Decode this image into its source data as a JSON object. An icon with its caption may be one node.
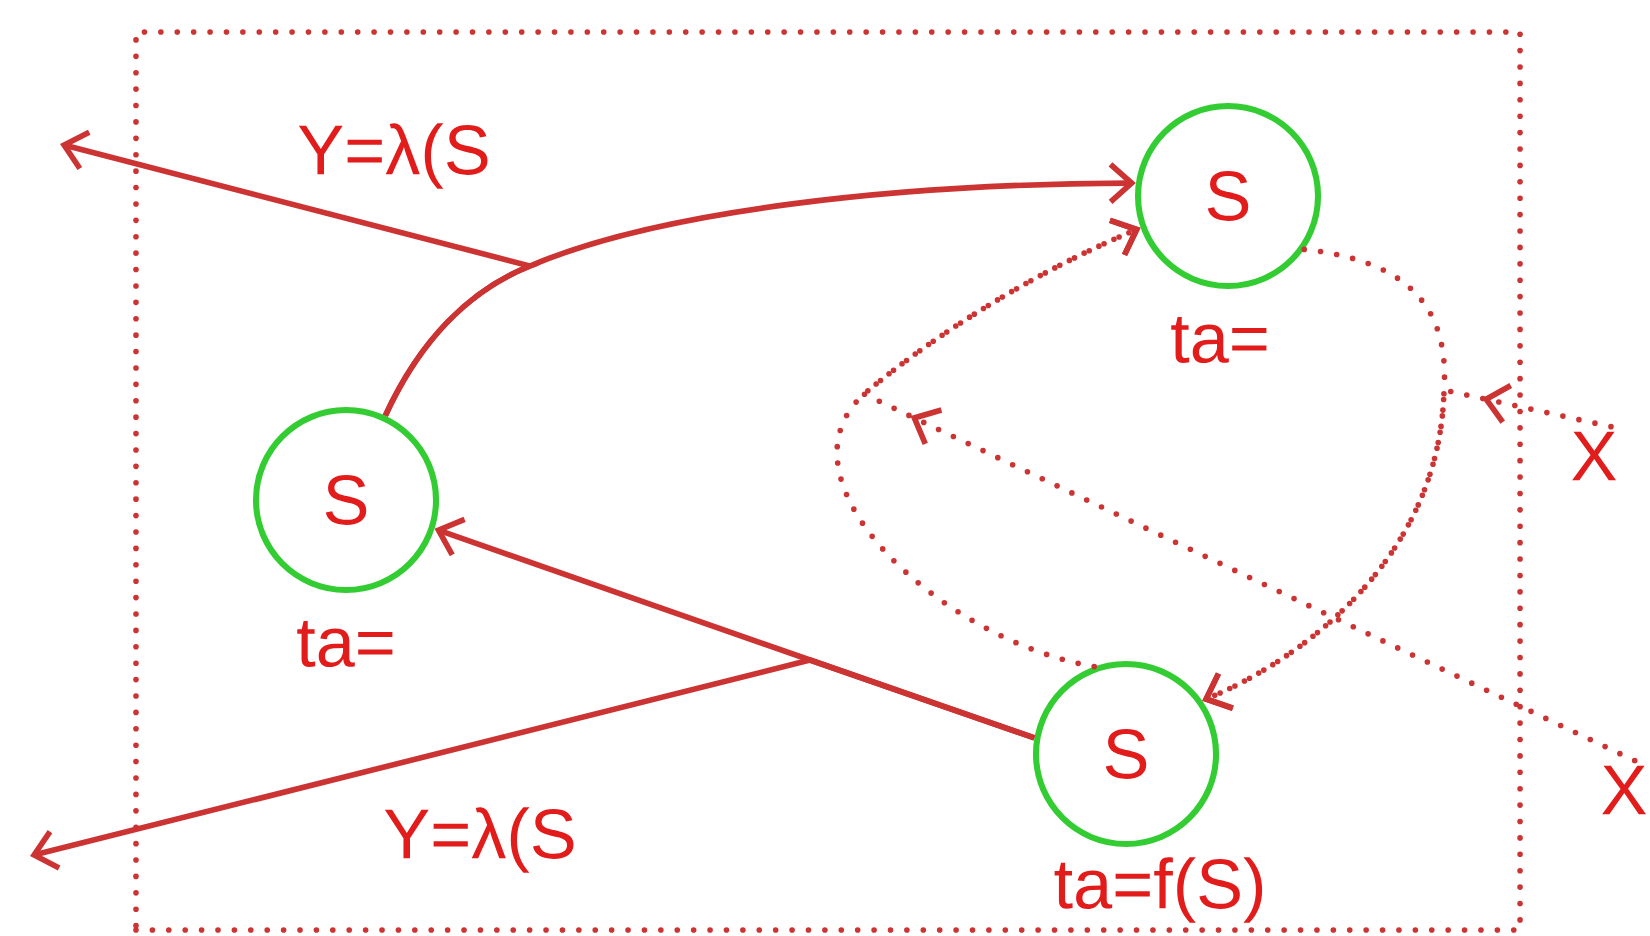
{
  "diagram": {
    "nodes": [
      {
        "text": [],
        "shape": "box"
      },
      {
        "text": [
          "S"
        ],
        "beside": [
          "ta="
        ],
        "in": 0
      },
      {
        "text": [
          "S"
        ],
        "beside": [
          "ta="
        ],
        "in": 0
      },
      {
        "text": [
          "S"
        ],
        "beside": [
          "ta=f(S)"
        ],
        "in": 0
      },
      {
        "text": [
          "X"
        ]
      },
      {
        "text": [
          "X"
        ]
      }
    ],
    "edges": [
      {
        "from": 1,
        "to": 2,
        "arrow": "to"
      },
      {
        "from": 1,
        "to": null,
        "arrow": "to",
        "label": "Y=λ(S"
      },
      {
        "from": 3,
        "to": 1,
        "arrow": "to"
      },
      {
        "from": 3,
        "to": null,
        "arrow": "to",
        "label": "Y=λ(S"
      },
      {
        "from": 2,
        "to": 3,
        "arrow": "to",
        "style": "dashed"
      },
      {
        "from": 4,
        "to": 3,
        "arrow": "to",
        "style": "dashed"
      },
      {
        "from": 3,
        "to": 2,
        "arrow": "to",
        "style": "dashed"
      },
      {
        "from": 5,
        "to": 2,
        "arrow": "to",
        "style": "dashed"
      }
    ]
  }
}
